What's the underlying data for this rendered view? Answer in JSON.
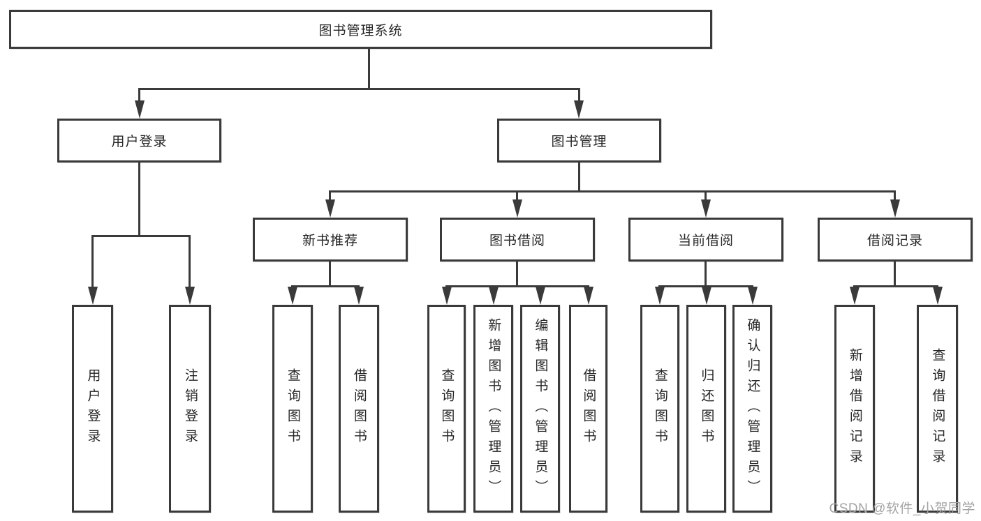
{
  "colors": {
    "line": "#3a3a3a",
    "box_border": "#3a3a3a",
    "text": "#262626",
    "watermark": "#a3a3a3",
    "background": "#ffffff"
  },
  "tree": {
    "label": "图书管理系统",
    "children": [
      {
        "label": "用户登录",
        "children": [
          {
            "label": "用户登录"
          },
          {
            "label": "注销登录"
          }
        ]
      },
      {
        "label": "图书管理",
        "children": [
          {
            "label": "新书推荐",
            "children": [
              {
                "label": "查询图书"
              },
              {
                "label": "借阅图书"
              }
            ]
          },
          {
            "label": "图书借阅",
            "children": [
              {
                "label": "查询图书"
              },
              {
                "label": "新增图书（管理员）"
              },
              {
                "label": "编辑图书（管理员）"
              },
              {
                "label": "借阅图书"
              }
            ]
          },
          {
            "label": "当前借阅",
            "children": [
              {
                "label": "查询图书"
              },
              {
                "label": "归还图书"
              },
              {
                "label": "确认归还（管理员）"
              }
            ]
          },
          {
            "label": "借阅记录",
            "children": [
              {
                "label": "新增借阅记录"
              },
              {
                "label": "查询借阅记录"
              }
            ]
          }
        ]
      }
    ]
  },
  "watermark": {
    "text": "CSDN @软件_小贺同学"
  }
}
